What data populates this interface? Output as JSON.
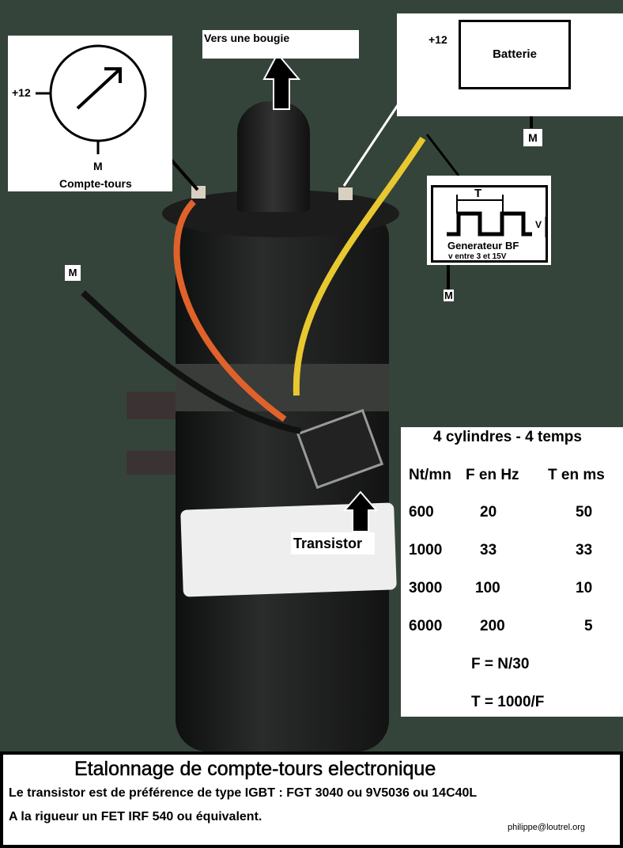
{
  "tachometer": {
    "plus": "+12",
    "ground": "M",
    "label": "Compte-tours"
  },
  "spark_plug": {
    "label": "Vers une bougie"
  },
  "battery": {
    "plus": "+12",
    "label": "Batterie",
    "ground": "M"
  },
  "generator": {
    "period": "T",
    "voltage": "V",
    "label": "Generateur BF",
    "sublabel": "v entre 3 et 15V",
    "ground": "M"
  },
  "ground_wire": {
    "label": "M"
  },
  "transistor": {
    "label": "Transistor"
  },
  "table": {
    "title": "4 cylindres - 4 temps",
    "headers": [
      "Nt/mn",
      "F en Hz",
      "T en ms"
    ],
    "rows": [
      [
        "600",
        "20",
        "50"
      ],
      [
        "1000",
        "33",
        "33"
      ],
      [
        "3000",
        "100",
        "10"
      ],
      [
        "6000",
        "200",
        "5"
      ]
    ],
    "formula1": "F = N/30",
    "formula2": "T = 1000/F"
  },
  "footer": {
    "title": "Etalonnage de compte-tours electronique",
    "line1": "Le transistor est de préférence de type IGBT : FGT 3040 ou 9V5036 ou 14C40L",
    "line2": "A la rigueur un FET IRF 540 ou équivalent.",
    "email": "philippe@loutrel.org"
  }
}
